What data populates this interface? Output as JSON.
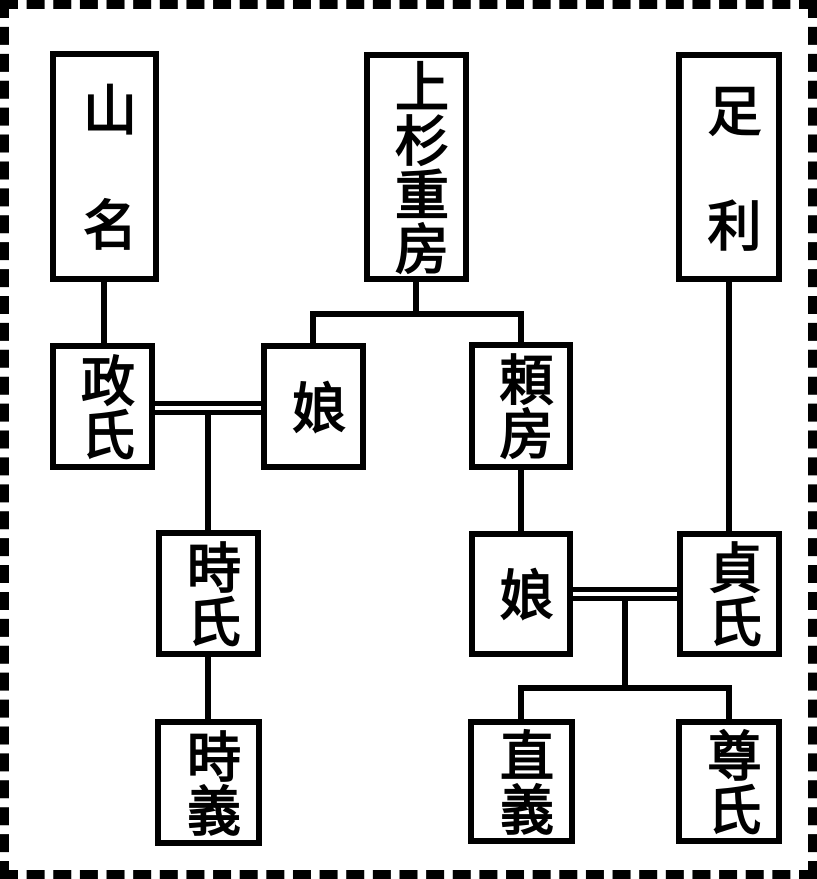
{
  "diagram": {
    "kind": "family-tree",
    "colors": {
      "line": "#000000",
      "box_border": "#000000",
      "background": "#ffffff",
      "text": "#000000"
    },
    "nodes": {
      "yamana": {
        "label": "山名"
      },
      "shigefusa": {
        "label": "上杉重房"
      },
      "ashikaga": {
        "label": "足利"
      },
      "masauji": {
        "label": "政氏"
      },
      "musume_l": {
        "label": "娘"
      },
      "yorifusa": {
        "label": "頼房"
      },
      "tokiuji": {
        "label": "時氏"
      },
      "musume_r": {
        "label": "娘"
      },
      "sadauji": {
        "label": "貞氏"
      },
      "tokiyoshi": {
        "label": "時義"
      },
      "tadayoshi": {
        "label": "直義"
      },
      "takauji": {
        "label": "尊氏"
      }
    },
    "edges": [
      {
        "from": "yamana",
        "to": "masauji",
        "type": "descent"
      },
      {
        "from": "shigefusa",
        "to": "musume_l",
        "type": "descent"
      },
      {
        "from": "shigefusa",
        "to": "yorifusa",
        "type": "descent"
      },
      {
        "from": "ashikaga",
        "to": "sadauji",
        "type": "descent"
      },
      {
        "from": "masauji",
        "to": "musume_l",
        "type": "marriage"
      },
      {
        "from": "masauji+musume_l",
        "to": "tokiuji",
        "type": "descent"
      },
      {
        "from": "tokiuji",
        "to": "tokiyoshi",
        "type": "descent"
      },
      {
        "from": "yorifusa",
        "to": "musume_r",
        "type": "descent"
      },
      {
        "from": "musume_r",
        "to": "sadauji",
        "type": "marriage"
      },
      {
        "from": "musume_r+sadauji",
        "to": "tadayoshi",
        "type": "descent"
      },
      {
        "from": "musume_r+sadauji",
        "to": "takauji",
        "type": "descent"
      }
    ]
  }
}
